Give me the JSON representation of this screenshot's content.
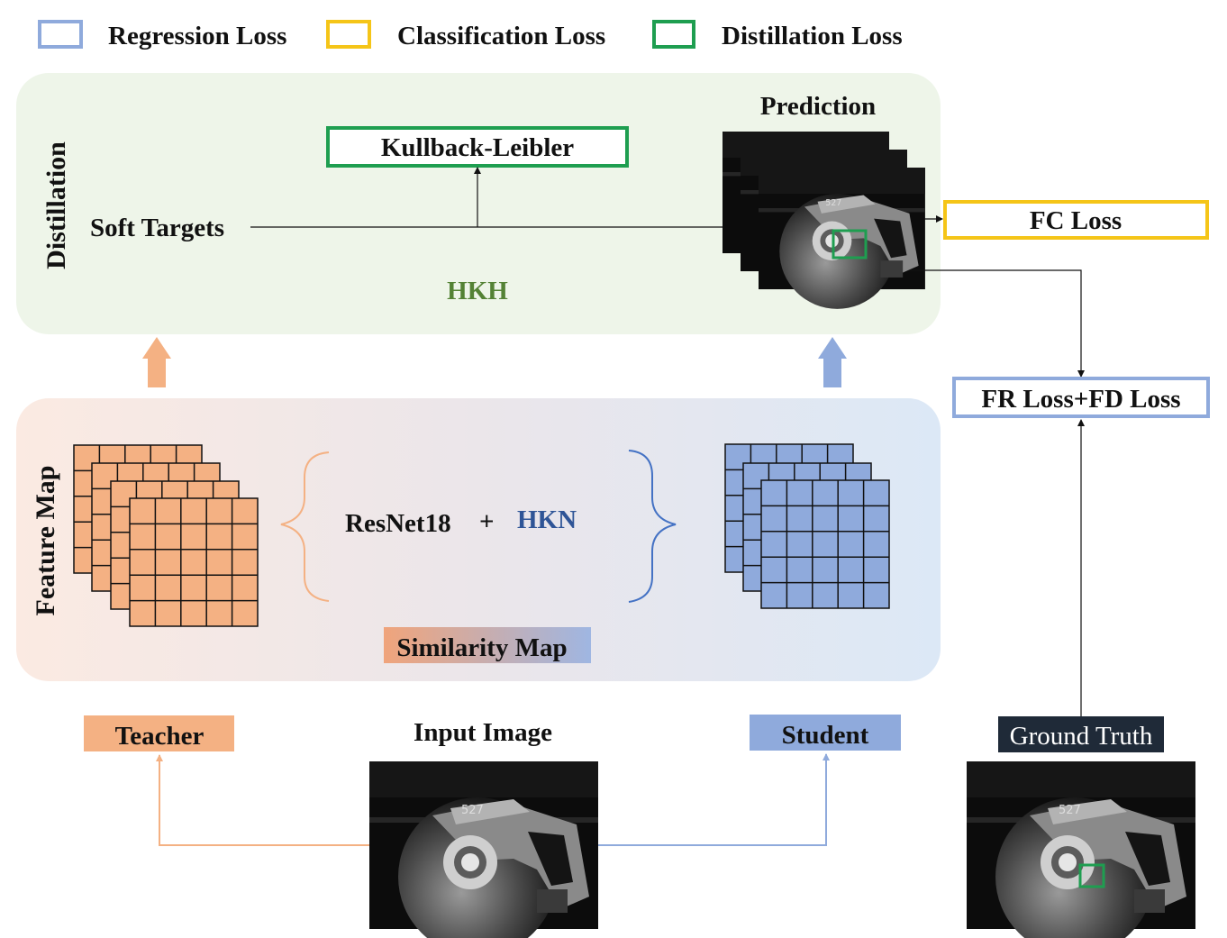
{
  "legend": [
    {
      "label": "Regression Loss",
      "color": "#8faadc"
    },
    {
      "label": "Classification Loss",
      "color": "#f5c518"
    },
    {
      "label": "Distillation Loss",
      "color": "#1e9e50"
    }
  ],
  "distillation": {
    "side_label": "Distillation",
    "kl_label": "Kullback-Leibler",
    "soft_targets": "Soft Targets",
    "hkh": "HKH",
    "prediction": "Prediction",
    "fc_loss": "FC Loss"
  },
  "feature": {
    "side_label": "Feature Map",
    "resnet": "ResNet18",
    "plus": "+",
    "hkn": "HKN",
    "similarity": "Similarity Map"
  },
  "bottom": {
    "teacher": "Teacher",
    "input_image": "Input Image",
    "student": "Student",
    "ground_truth": "Ground Truth",
    "fr_fd_loss": "FR Loss+FD Loss"
  },
  "colors": {
    "teacher": "#f4b183",
    "student": "#8faadc",
    "distill_bg": "#eef5e9",
    "hkh": "#548235",
    "hkn": "#2f5597"
  }
}
